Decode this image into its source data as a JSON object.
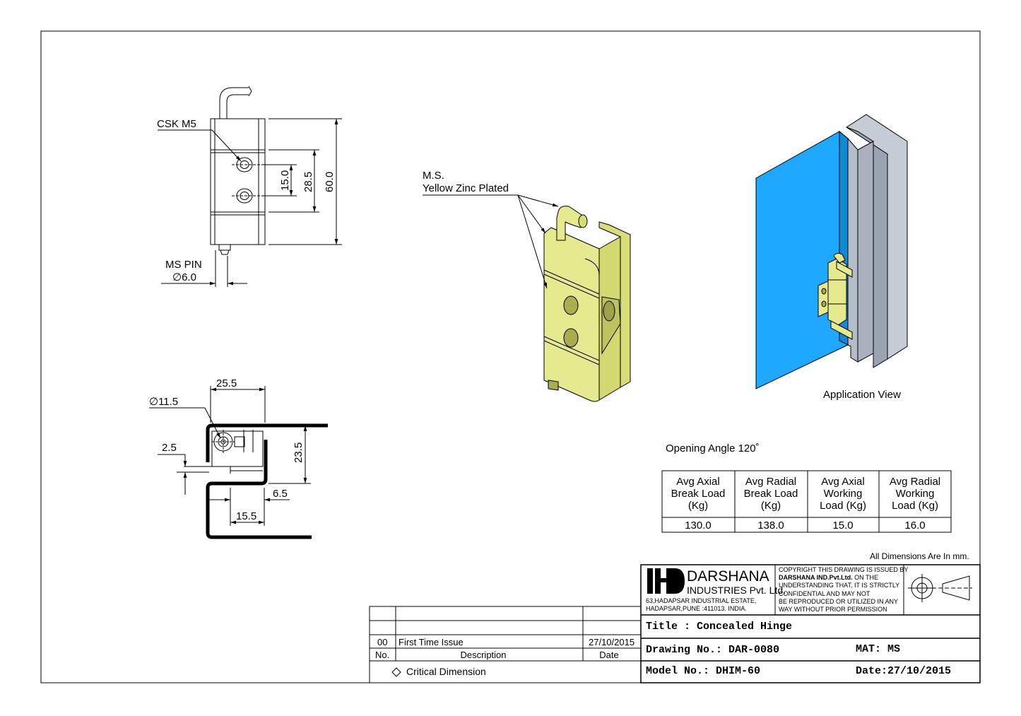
{
  "labels": {
    "csk": "CSK M5",
    "ms_pin": "MS PIN",
    "pin_dia": "∅6.0",
    "material_line1": "M.S.",
    "material_line2": "Yellow Zinc Plated",
    "application_view": "Application View",
    "opening_angle": "Opening Angle 120˚",
    "all_dims": "All Dimensions Are In mm."
  },
  "dims_front": {
    "d15": "15.0",
    "d28": "28.5",
    "d60": "60.0"
  },
  "dims_section": {
    "d25": "25.5",
    "d11": "∅11.5",
    "d2": "2.5",
    "d23": "23.5",
    "d6": "6.5",
    "d15": "15.5"
  },
  "load_table": {
    "headers": [
      [
        "Avg Axial",
        "Break Load",
        "(Kg)"
      ],
      [
        "Avg Radial",
        "Break Load",
        "(Kg)"
      ],
      [
        "Avg Axial",
        "Working",
        "Load  (Kg)"
      ],
      [
        "Avg Radial",
        "Working",
        "Load (Kg)"
      ]
    ],
    "values": [
      "130.0",
      "138.0",
      "15.0",
      "16.0"
    ]
  },
  "revision": {
    "no": "00",
    "description": "First Time Issue",
    "date": "27/10/2015",
    "col_no": "No.",
    "col_desc": "Description",
    "col_date": "Date",
    "critical": "Critical Dimension"
  },
  "company": {
    "name": "DARSHANA",
    "sub": "INDUSTRIES Pvt. Ltd.",
    "addr1": "63,HADAPSAR INDUSTRIAL ESTATE,",
    "addr2": "HADAPSAR,PUNE :411013. INDIA.",
    "copy1": "COPYRIGHT THIS DRAWING IS ISSUED BY",
    "copy2a": "DARSHANA IND.Pvt.Ltd.",
    "copy2b": " ON THE",
    "copy3": "UNDERSTANDING THAT, IT IS STRICTLY",
    "copy4": "CONFIDENTIAL AND MAY NOT",
    "copy5": "BE REPRODUCED OR UTILIZED IN ANY",
    "copy6": "WAY WITHOUT PRIOR PERMISSION"
  },
  "title_block": {
    "title": "Title : Concealed Hinge",
    "drawing_no": "Drawing No.: DAR-0080",
    "mat": "MAT: MS",
    "model_no": "Model No.: DHIM-60",
    "date": "Date:27/10/2015"
  },
  "colors": {
    "hinge": "#e4e88a",
    "panel": "#1ea8ff",
    "frame": "#b4bcc8",
    "line": "#000000"
  }
}
